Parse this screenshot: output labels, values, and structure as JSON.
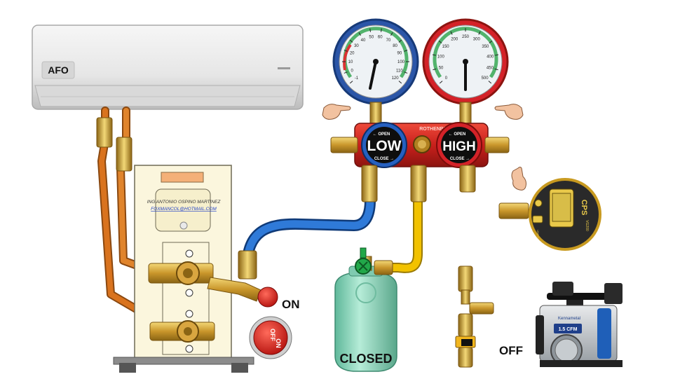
{
  "indoor_unit": {
    "label": "AFO"
  },
  "outdoor_unit": {
    "author_name": "ING ANTONIO OSPINO MARTINEZ",
    "author_email": "FOXMANCOL@HOTMAIL.COM"
  },
  "manifold": {
    "brand": "ROTHENBERGER",
    "low_label": "LOW",
    "high_label": "HIGH",
    "open_label": "OPEN",
    "close_label": "CLOSE",
    "low_gauge_scale": [
      "-1",
      "0",
      "10",
      "20",
      "30",
      "40",
      "50",
      "60",
      "70",
      "80",
      "90",
      "100",
      "110",
      "120"
    ],
    "high_gauge_scale": [
      "0",
      "50",
      "100",
      "150",
      "200",
      "250",
      "300",
      "350",
      "400",
      "450",
      "500"
    ]
  },
  "quick_valve": {
    "state_label": "ON",
    "knob_text_top": "OFF",
    "knob_text_bottom": "ON"
  },
  "refrigerant_tank": {
    "state_label": "CLOSED"
  },
  "vacuum_valve": {
    "state_label": "OFF"
  },
  "vacuum_pump": {
    "badge_text": "1.5 CFM",
    "brand": "Kennametal"
  },
  "digital_gauge": {
    "brand": "CPS",
    "model": "VG200",
    "button_label": "UNITS"
  },
  "colors": {
    "low_side": "#1f5fb8",
    "high_side": "#c81e24",
    "yellow_hose": "#f2c200",
    "copper_pipe": "#d9731e",
    "refrigerant_tank": "#8fd6bd"
  }
}
